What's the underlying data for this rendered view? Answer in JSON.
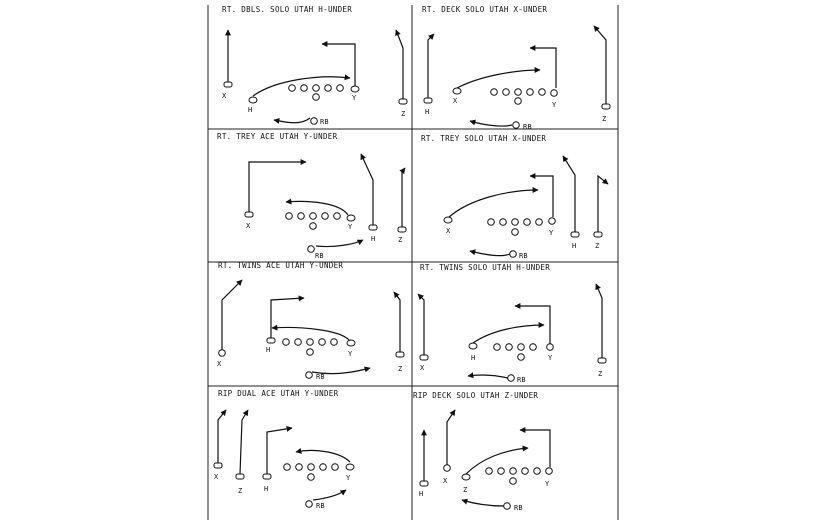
{
  "sheet": {
    "plays": [
      {
        "title": "RT. DBLS. SOLO UTAH  H-UNDER",
        "labels": {
          "x": "X",
          "h": "H",
          "y": "Y",
          "z": "Z",
          "rb": "RB"
        }
      },
      {
        "title": "RT. DECK SOLO UTAH  X-UNDER",
        "labels": {
          "x": "X",
          "h": "H",
          "y": "Y",
          "z": "Z",
          "rb": "RB"
        }
      },
      {
        "title": "RT. TREY ACE UTAH Y-UNDER",
        "labels": {
          "x": "X",
          "h": "H",
          "y": "Y",
          "z": "Z",
          "rb": "RB"
        }
      },
      {
        "title": "RT. TREY SOLO UTAH X-UNDER",
        "labels": {
          "x": "X",
          "h": "H",
          "y": "Y",
          "z": "Z",
          "rb": "RB"
        }
      },
      {
        "title": "RT. TWINS ACE UTAH Y-UNDER",
        "labels": {
          "x": "X",
          "h": "H",
          "y": "Y",
          "z": "Z",
          "rb": "RB"
        }
      },
      {
        "title": "RT. TWINS SOLO UTAH H-UNDER",
        "labels": {
          "x": "X",
          "h": "H",
          "y": "Y",
          "z": "Z",
          "rb": "RB"
        }
      },
      {
        "title": "RIP DUAL ACE UTAH Y-UNDER",
        "labels": {
          "x": "X",
          "h": "H",
          "y": "Y",
          "z": "Z",
          "rb": "RB"
        }
      },
      {
        "title": "RIP DECK SOLO UTAH Z-UNDER",
        "labels": {
          "x": "X",
          "h": "H",
          "y": "Y",
          "z": "Z",
          "rb": "RB"
        }
      }
    ]
  }
}
